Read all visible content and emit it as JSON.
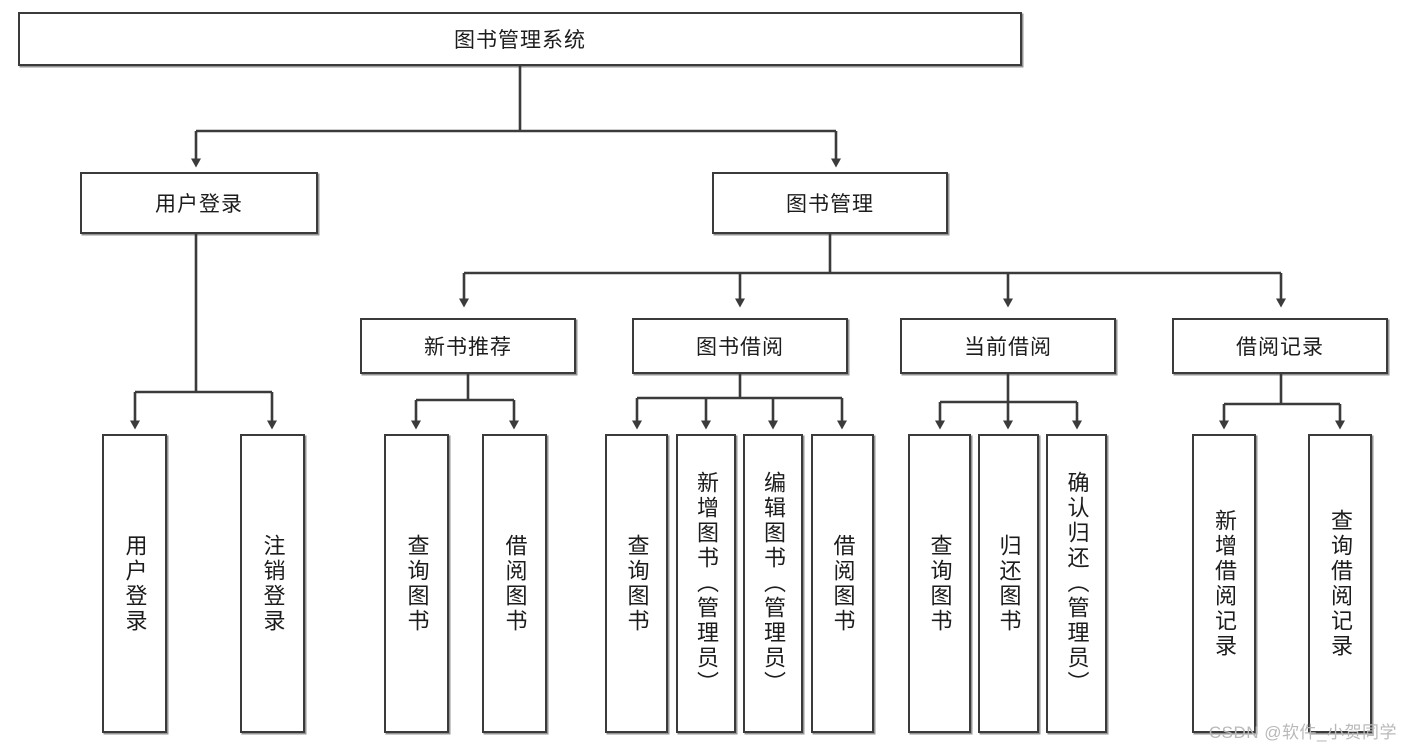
{
  "diagram": {
    "type": "tree-hierarchy",
    "title": "图书管理系统",
    "watermark": "CSDN @软件_小贺同学",
    "colors": {
      "stroke": "#3b3b3b",
      "fill": "#ffffff",
      "text": "#1c1c1c",
      "watermark": "#b9b9b9"
    },
    "nodes": {
      "root": "图书管理系统",
      "level2": [
        {
          "label": "用户登录"
        },
        {
          "label": "图书管理"
        }
      ],
      "level3": [
        {
          "label": "新书推荐"
        },
        {
          "label": "图书借阅"
        },
        {
          "label": "当前借阅"
        },
        {
          "label": "借阅记录"
        }
      ],
      "leaves": {
        "user_login": [
          {
            "label": "用户登录"
          },
          {
            "label": "注销登录"
          }
        ],
        "new_book_recommend": [
          {
            "label": "查询图书"
          },
          {
            "label": "借阅图书"
          }
        ],
        "book_borrow": [
          {
            "label": "查询图书"
          },
          {
            "label": "新增图书（管理员）"
          },
          {
            "label": "编辑图书（管理员）"
          },
          {
            "label": "借阅图书"
          }
        ],
        "current_borrow": [
          {
            "label": "查询图书"
          },
          {
            "label": "归还图书"
          },
          {
            "label": "确认归还（管理员）"
          }
        ],
        "borrow_record": [
          {
            "label": "新增借阅记录"
          },
          {
            "label": "查询借阅记录"
          }
        ]
      }
    }
  }
}
